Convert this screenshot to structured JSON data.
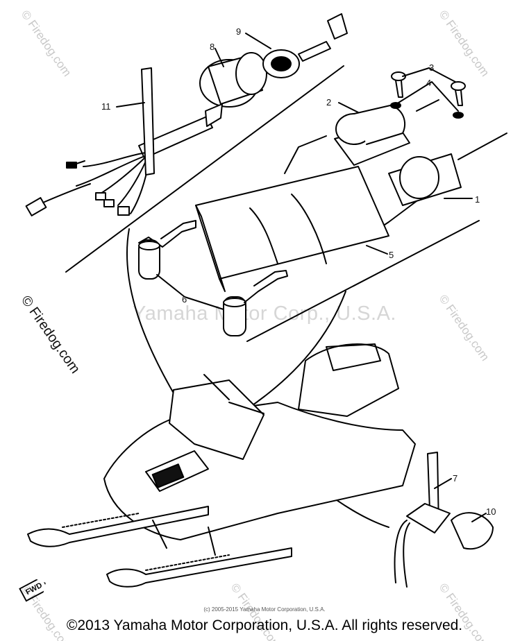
{
  "diagram": {
    "watermark_center": "Yamaha Motor Corp., U.S.A.",
    "watermark_corner": "© Firedog.com",
    "small_copyright": "(c) 2005-2015 Yamaha Motor Corporation, U.S.A.",
    "footer_copyright": "©2013 Yamaha Motor Corporation, U.S.A. All rights reserved.",
    "fwd_label": "FWD",
    "callouts": [
      {
        "id": "1",
        "label": "1"
      },
      {
        "id": "2",
        "label": "2"
      },
      {
        "id": "3",
        "label": "3"
      },
      {
        "id": "4",
        "label": "4"
      },
      {
        "id": "5",
        "label": "5"
      },
      {
        "id": "6",
        "label": "6"
      },
      {
        "id": "7",
        "label": "7"
      },
      {
        "id": "8",
        "label": "8"
      },
      {
        "id": "9",
        "label": "9"
      },
      {
        "id": "10",
        "label": "10"
      },
      {
        "id": "11",
        "label": "11"
      }
    ]
  }
}
